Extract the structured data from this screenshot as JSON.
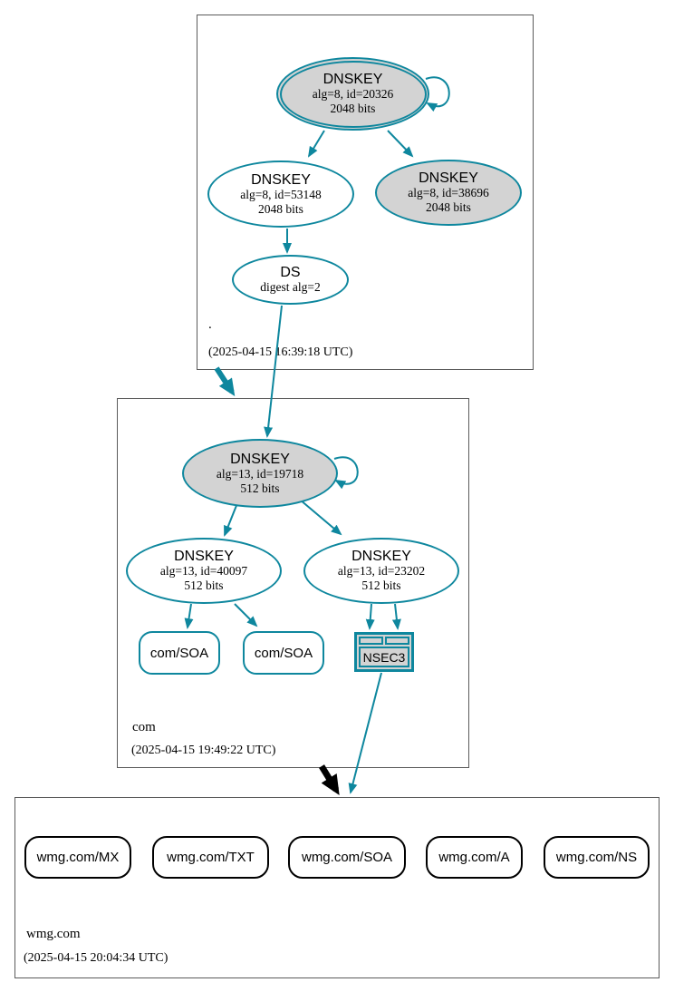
{
  "diagram_type": "dnssec-authentication-chain",
  "colors": {
    "secure_edge": "#0e879e",
    "insecure_edge": "#000000",
    "node_fill_gray": "#d3d3d3",
    "zone_box_border": "#5b5b5b",
    "background": "#ffffff"
  },
  "zones": {
    "root": {
      "label": ".",
      "timestamp": "(2025-04-15 16:39:18 UTC)",
      "ksk": {
        "title": "DNSKEY",
        "detail": "alg=8, id=20326",
        "bits": "2048 bits"
      },
      "zsk": {
        "title": "DNSKEY",
        "detail": "alg=8, id=53148",
        "bits": "2048 bits"
      },
      "key3": {
        "title": "DNSKEY",
        "detail": "alg=8, id=38696",
        "bits": "2048 bits"
      },
      "ds": {
        "title": "DS",
        "detail": "digest alg=2"
      }
    },
    "com": {
      "label": "com",
      "timestamp": "(2025-04-15 19:49:22 UTC)",
      "ksk": {
        "title": "DNSKEY",
        "detail": "alg=13, id=19718",
        "bits": "512 bits"
      },
      "zsk1": {
        "title": "DNSKEY",
        "detail": "alg=13, id=40097",
        "bits": "512 bits"
      },
      "zsk2": {
        "title": "DNSKEY",
        "detail": "alg=13, id=23202",
        "bits": "512 bits"
      },
      "soa1": {
        "label": "com/SOA"
      },
      "soa2": {
        "label": "com/SOA"
      },
      "nsec3": {
        "label": "NSEC3"
      }
    },
    "wmg": {
      "label": "wmg.com",
      "timestamp": "(2025-04-15 20:04:34 UTC)",
      "rrsets": {
        "mx": {
          "label": "wmg.com/MX"
        },
        "txt": {
          "label": "wmg.com/TXT"
        },
        "soa": {
          "label": "wmg.com/SOA"
        },
        "a": {
          "label": "wmg.com/A"
        },
        "ns": {
          "label": "wmg.com/NS"
        }
      }
    }
  }
}
